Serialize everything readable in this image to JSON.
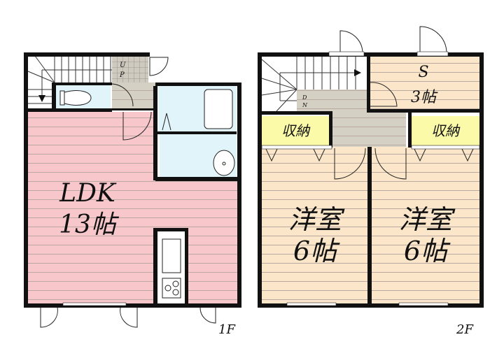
{
  "floor1": {
    "label": "1F",
    "ldk": {
      "name": "LDK",
      "size": "13帖"
    },
    "stair_label_u": "U",
    "stair_label_p": "P"
  },
  "floor2": {
    "label": "2F",
    "room_s": {
      "name": "S",
      "size": "3帖"
    },
    "storage_left": "収納",
    "storage_right": "収納",
    "room_west": {
      "name": "洋室",
      "size": "6帖"
    },
    "room_east": {
      "name": "洋室",
      "size": "6帖"
    },
    "stair_label_d": "D",
    "stair_label_n": "N"
  },
  "colors": {
    "ldk": "#f7c7cc",
    "western_room": "#fbe6c9",
    "hall": "#d4d1c4",
    "storage": "#fbfaa9",
    "wet_area": "#e1f4fa",
    "wall": "#111111"
  }
}
